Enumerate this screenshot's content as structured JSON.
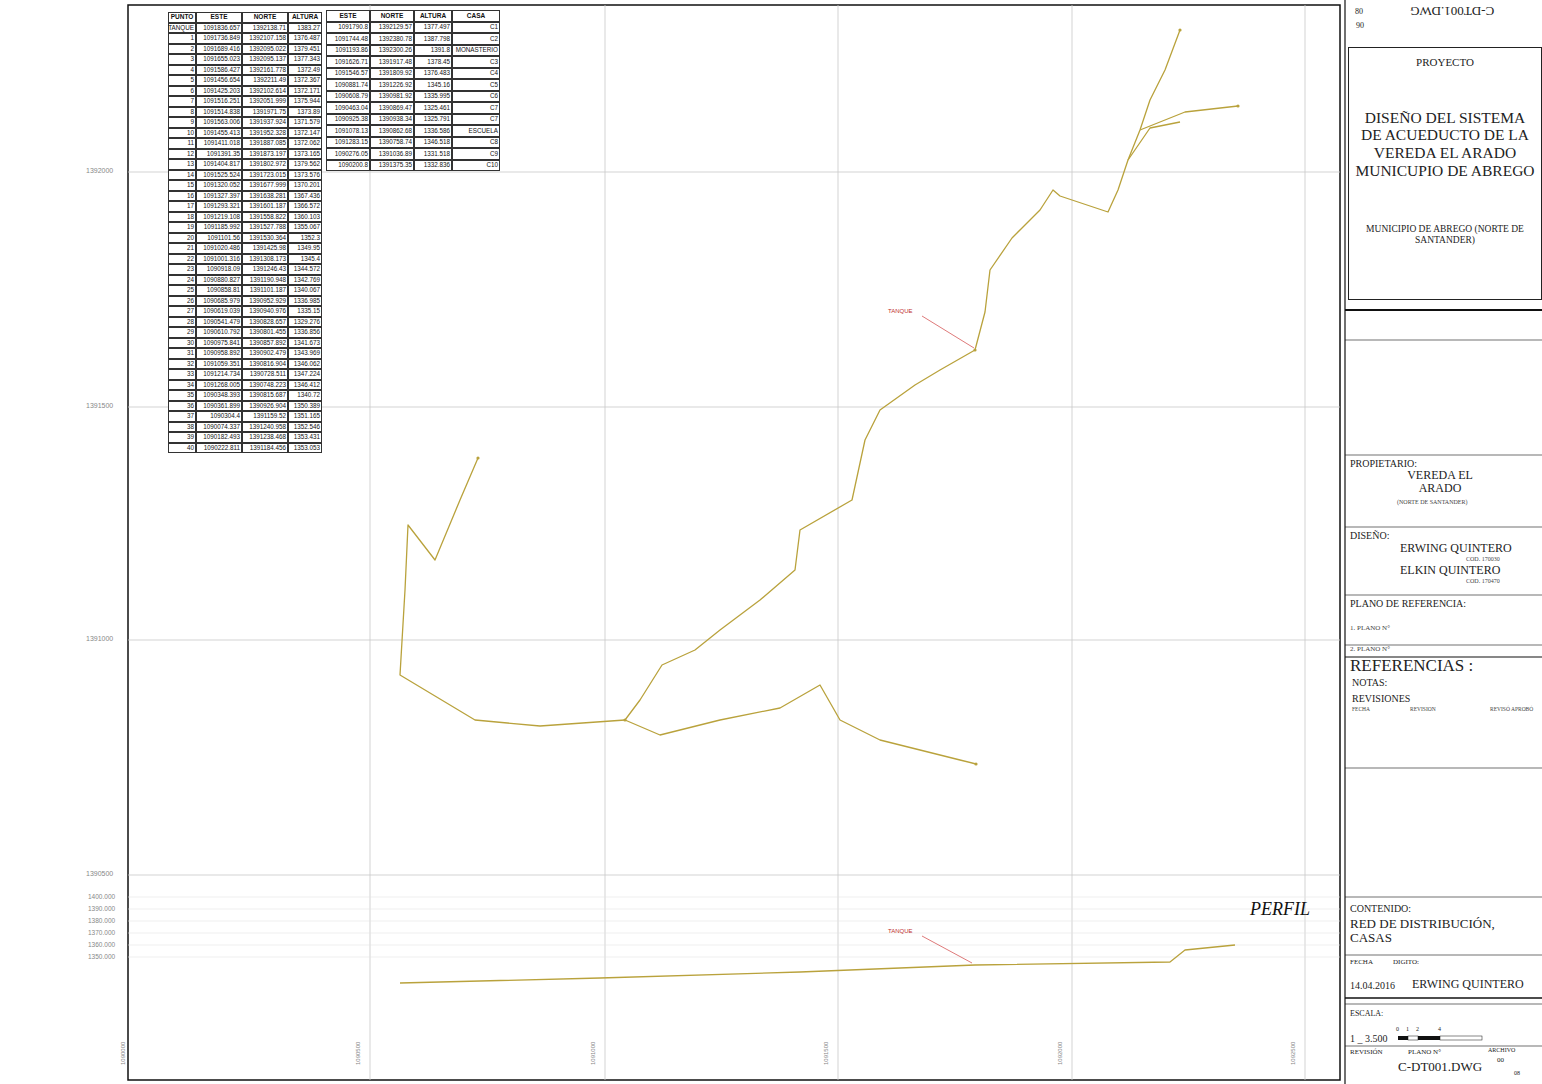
{
  "diagram": {
    "nodes": [
      {
        "text": [
          "PROYECTO",
          "DISEÑO DEL SISTEMA DE ACUEDUCTO DE LA VEREDA EL ARADO MUNICUPIO DE ABREGO",
          "MUNICIPIO DE ABREGO (NORTE DE SANTANDER)"
        ]
      }
    ],
    "labels": [
      "PUNTO",
      "ESTE",
      "NORTE",
      "ALTURA",
      "TANQUE",
      "1091836.657",
      "1392138.71",
      "1383.27",
      "1",
      "1091736.849",
      "1392107.158",
      "1376.487",
      "2",
      "1091689.416",
      "1392095.022",
      "1379.451",
      "3",
      "1091655.023",
      "1392095.137",
      "1377.343",
      "4",
      "1091586.427",
      "1392161.778",
      "1372.49",
      "5",
      "1091456.654",
      "1392211.49",
      "1372.367",
      "6",
      "1091425.203",
      "1392102.614",
      "1372.171",
      "7",
      "1091516.251",
      "1392051.999",
      "1375.944",
      "8",
      "1091514.838",
      "1391971.75",
      "1373.89",
      "9",
      "1091563.006",
      "1391937.924",
      "1371.579",
      "10",
      "1091455.413",
      "1391952.328",
      "1372.147",
      "11",
      "1091411.018",
      "1391887.085",
      "1372.062",
      "12",
      "1091391.35",
      "1391873.197",
      "1373.165",
      "13",
      "1091404.817",
      "1391802.972",
      "1379.562",
      "14",
      "1091525.524",
      "1391723.015",
      "1373.576",
      "15",
      "1091320.052",
      "1391677.999",
      "1370.201",
      "16",
      "1091327.397",
      "1391638.281",
      "1367.436",
      "17",
      "1091293.321",
      "1391601.187",
      "1366.572",
      "18",
      "1091219.108",
      "1391558.822",
      "1360.103",
      "19",
      "1091185.992",
      "1391527.788",
      "1355.067",
      "20",
      "1091101.56",
      "1391530.364",
      "1352.3",
      "21",
      "1091020.486",
      "1391425.98",
      "1349.95",
      "22",
      "1091001.316",
      "1391308.173",
      "1345.4",
      "23",
      "1090918.09",
      "1391246.43",
      "1344.572",
      "24",
      "1090880.827",
      "1391190.948",
      "1342.769",
      "25",
      "1090858.81",
      "1391101.187",
      "1340.067",
      "26",
      "1090685.979",
      "1390952.929",
      "1336.985",
      "27",
      "1090619.039",
      "1390940.976",
      "1335.15",
      "28",
      "1090541.479",
      "1390828.657",
      "1329.276",
      "29",
      "1090610.792",
      "1390801.455",
      "1336.856",
      "30",
      "1090975.841",
      "1390857.892",
      "1341.673",
      "31",
      "1090958.892",
      "1390902.479",
      "1343.969",
      "32",
      "1091059.351",
      "1390816.904",
      "1346.062",
      "33",
      "1091214.734",
      "1390728.511",
      "1347.224",
      "34",
      "1091268.005",
      "1390748.223",
      "1346.412",
      "35",
      "1090348.393",
      "1390815.687",
      "1340.72",
      "36",
      "1090361.899",
      "1390926.904",
      "1350.389",
      "37",
      "1090304.4",
      "1391159.52",
      "1351.165",
      "38",
      "1090074.337",
      "1391240.958",
      "1352.546",
      "39",
      "1090182.493",
      "1391238.468",
      "1353.431",
      "40",
      "1090222.811",
      "1391184.456",
      "1353.053",
      "ESTE",
      "NORTE",
      "ALTURA",
      "CASA",
      "1091790.8",
      "1392129.57",
      "1377.497",
      "C1",
      "1091744.48",
      "1392380.78",
      "1387.798",
      "C2",
      "1091193.86",
      "1392300.26",
      "1391.8",
      "MONASTERIO",
      "1091626.71",
      "1391917.48",
      "1378.45",
      "C3",
      "1091546.57",
      "1391809.92",
      "1376.483",
      "C4",
      "1090881.74",
      "1391226.92",
      "1345.16",
      "C5",
      "1090608.79",
      "1390981.92",
      "1335.995",
      "C6",
      "1090463.04",
      "1390869.47",
      "1325.461",
      "C7",
      "1090925.38",
      "1390938.34",
      "1325.791",
      "C7",
      "1091078.13",
      "1390862.68",
      "1336.586",
      "ESCUELA",
      "1091283.15",
      "1390758.74",
      "1346.518",
      "C8",
      "1090276.05",
      "1391036.89",
      "1331.518",
      "C9",
      "1090200.8",
      "1391375.35",
      "1332.836",
      "C10",
      "1392000",
      "1391500",
      "1391000",
      "1390500",
      "1090000",
      "1090500",
      "1091000",
      "1091500",
      "1092000",
      "1092500",
      "1400.000",
      "1390.000",
      "1380.000",
      "1370.000",
      "1360.000",
      "1350.000",
      "TANQUE",
      "TANQUE",
      "PERFIL",
      "80",
      "90",
      "C-DT001.DWG",
      "PROPIETARIO:",
      "VEREDA EL ARADO",
      "(NORTE DE SANTANDER)",
      "DISEÑO:",
      "ERWING QUINTERO",
      "COD. 170030",
      "ELKIN QUINTERO",
      "COD. 170470",
      "PLANO DE REFERENCIA:",
      "1. PLANO N°",
      "2. PLANO N°",
      "REFERENCIAS :",
      "NOTAS:",
      "REVISIONES",
      "FECHA",
      "REVISION",
      "REVISÓ APROBÓ",
      "CONTENIDO:",
      "RED DE DISTRIBUCIÓN, CASAS",
      "FECHA",
      "DIGITO:",
      "14.04.2016",
      "ERWING QUINTERO",
      "ESCALA:",
      "1 _ 3.500",
      "0",
      "1",
      "2",
      "4",
      "REVISIÓN",
      "PLANO N°",
      "ARCHIVO",
      "00",
      "C-DT001.DWG",
      "08"
    ]
  }
}
